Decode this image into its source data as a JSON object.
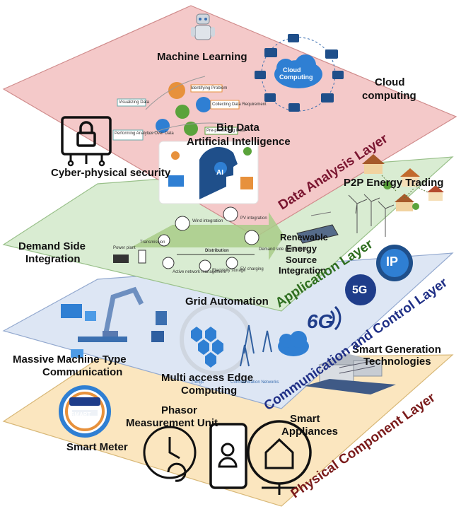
{
  "layers": {
    "data_analysis": "Data Analysis Layer",
    "application": "Application Layer",
    "communication": "Communication and Control Layer",
    "physical": "Physical Component Layer"
  },
  "colors": {
    "data_analysis_fill": "#f4c9c9",
    "application_fill": "#d9ecd2",
    "communication_fill": "#dde6f4",
    "physical_fill": "#fbe6bf",
    "data_analysis_title": "#7a1530",
    "application_title": "#2e6e1f",
    "communication_title": "#1f2f86",
    "physical_title": "#7a1a1a"
  },
  "data_analysis": {
    "machine_learning": "Machine Learning",
    "cloud_computing_1": "Cloud",
    "cloud_computing_2": "computing",
    "cloud_badge_1": "Cloud",
    "cloud_badge_2": "Computing",
    "big_data": "Big Data",
    "artificial_intelligence": "Artificial Intelligence",
    "cyber_security": "Cyber-physical security",
    "ai_badge": "AI",
    "bigdata_tags": [
      "Identifying Problem",
      "Visualizing Data",
      "Performing Analytics Over Data",
      "Pre-processing Data",
      "Collecting Data Requirement"
    ]
  },
  "application": {
    "p2p": "P2P Energy Trading",
    "renewable": [
      "Renewable",
      "Energy",
      "Source",
      "Integration"
    ],
    "demand_side_1": "Demand Side",
    "demand_side_2": "Integration",
    "grid_automation": "Grid Automation",
    "grid_labels": {
      "power_plant": "Power plant",
      "transmission": "Transmission",
      "distribution": "Distribution",
      "wind": "Wind integration",
      "pv": "PV integration",
      "active_network": "Active network management",
      "electricity_storage": "Electricity storage",
      "ev": "EV charging",
      "demand_participation": "Demand side participation"
    }
  },
  "communication": {
    "g5": "5G",
    "g6": "6G",
    "ip": "IP",
    "mmtc_1": "Massive Machine Type",
    "mmtc_2": "Communication",
    "mec_1": "Multi access Edge",
    "mec_2": "Computing",
    "smart_gen_1": "Smart Generation",
    "smart_gen_2": "Technologies",
    "things": "Things",
    "comm_networks": "Communication Networks"
  },
  "physical": {
    "smart_meter": "Smart Meter",
    "meter_badge": "SMART",
    "pmu_1": "Phasor",
    "pmu_2": "Measurement Unit",
    "appliances_1": "Smart",
    "appliances_2": "Appliances"
  }
}
